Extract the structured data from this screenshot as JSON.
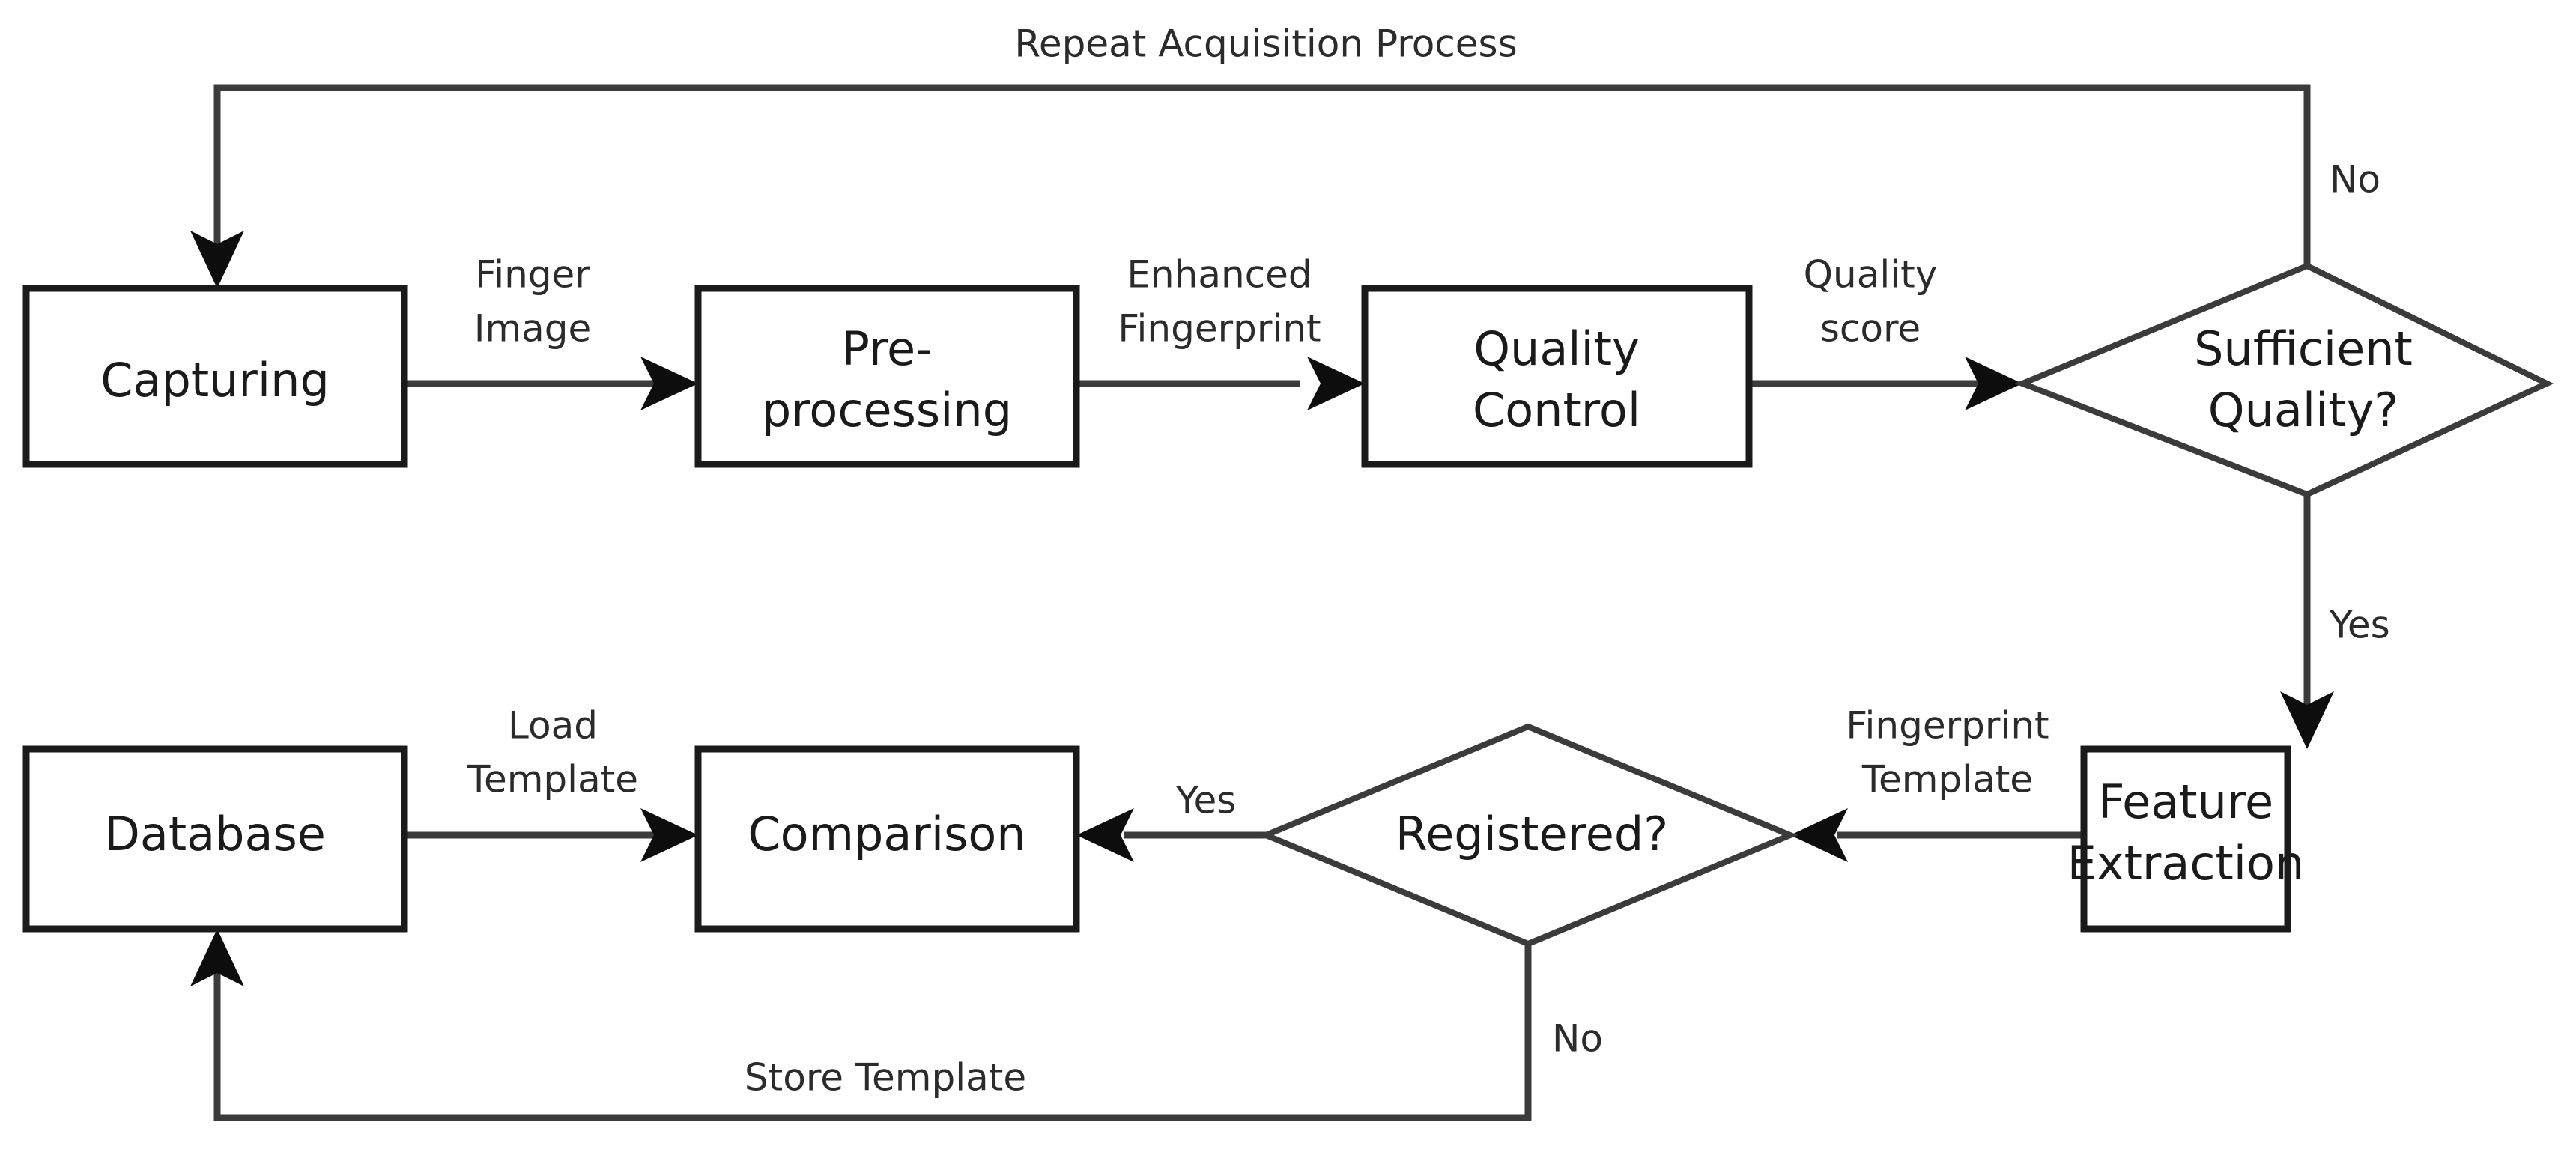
{
  "diagram": {
    "title": "Fingerprint Biometric Acquisition and Comparison Flowchart",
    "colors": {
      "background": "#ffffff",
      "node_stroke": "#1a1a1a",
      "diamond_stroke": "#3b3b3b",
      "edge_stroke": "#3b3b3b",
      "arrow_fill": "#0d0d0d",
      "text": "#1a1a1a"
    },
    "nodes": [
      {
        "id": "capturing",
        "type": "process",
        "label": "Capturing"
      },
      {
        "id": "preprocessing",
        "type": "process",
        "label_line1": "Pre-",
        "label_line2": "processing"
      },
      {
        "id": "quality_control",
        "type": "process",
        "label_line1": "Quality",
        "label_line2": "Control"
      },
      {
        "id": "sufficient_quality",
        "type": "decision",
        "label_line1": "Sufficient",
        "label_line2": "Quality?"
      },
      {
        "id": "feature_extraction",
        "type": "process",
        "label_line1": "Feature",
        "label_line2": "Extraction"
      },
      {
        "id": "registered",
        "type": "decision",
        "label": "Registered?"
      },
      {
        "id": "comparison",
        "type": "process",
        "label": "Comparison"
      },
      {
        "id": "database",
        "type": "process",
        "label": "Database"
      }
    ],
    "edges": [
      {
        "id": "e_capture_pre",
        "from": "capturing",
        "to": "preprocessing",
        "label_line1": "Finger",
        "label_line2": "Image"
      },
      {
        "id": "e_pre_qc",
        "from": "preprocessing",
        "to": "quality_control",
        "label_line1": "Enhanced",
        "label_line2": "Fingerprint"
      },
      {
        "id": "e_qc_decision",
        "from": "quality_control",
        "to": "sufficient_quality",
        "label_line1": "Quality",
        "label_line2": "score"
      },
      {
        "id": "e_decision_repeat",
        "from": "sufficient_quality",
        "to": "capturing",
        "label": "Repeat Acquisition Process",
        "branch": "No"
      },
      {
        "id": "e_decision_feature",
        "from": "sufficient_quality",
        "to": "feature_extraction",
        "branch": "Yes"
      },
      {
        "id": "e_feature_reg",
        "from": "feature_extraction",
        "to": "registered",
        "label_line1": "Fingerprint",
        "label_line2": "Template"
      },
      {
        "id": "e_reg_comparison",
        "from": "registered",
        "to": "comparison",
        "branch": "Yes"
      },
      {
        "id": "e_db_comparison",
        "from": "database",
        "to": "comparison",
        "label_line1": "Load",
        "label_line2": "Template"
      },
      {
        "id": "e_reg_database",
        "from": "registered",
        "to": "database",
        "label": "Store Template",
        "branch": "No"
      }
    ],
    "labels": {
      "repeat_acquisition_process": "Repeat Acquisition Process",
      "no_top": "No",
      "yes_right": "Yes",
      "finger_image_1": "Finger",
      "finger_image_2": "Image",
      "enhanced_fingerprint_1": "Enhanced",
      "enhanced_fingerprint_2": "Fingerprint",
      "quality_score_1": "Quality",
      "quality_score_2": "score",
      "fingerprint_template_1": "Fingerprint",
      "fingerprint_template_2": "Template",
      "load_template_1": "Load",
      "load_template_2": "Template",
      "yes_registered": "Yes",
      "no_registered": "No",
      "store_template": "Store Template",
      "capturing": "Capturing",
      "pre_1": "Pre-",
      "pre_2": "processing",
      "quality_control_1": "Quality",
      "quality_control_2": "Control",
      "sufficient_quality_1": "Sufficient",
      "sufficient_quality_2": "Quality?",
      "feature_extraction_1": "Feature",
      "feature_extraction_2": "Extraction",
      "registered": "Registered?",
      "comparison": "Comparison",
      "database": "Database"
    }
  }
}
